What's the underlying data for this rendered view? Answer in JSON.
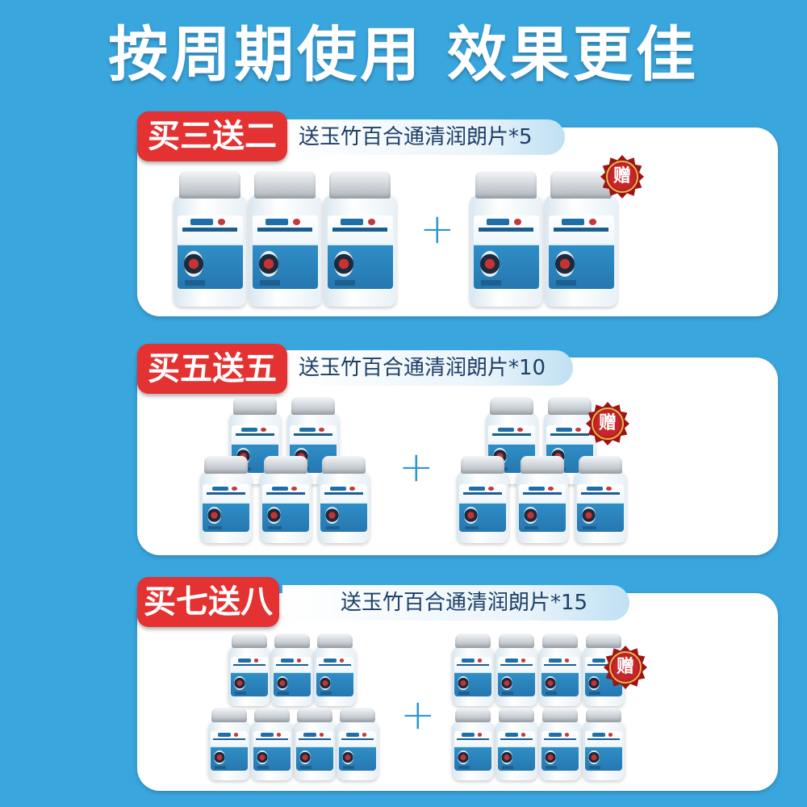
{
  "headline": "按周期使用 效果更佳",
  "gift_text": "赠",
  "plus": "+",
  "colors": {
    "background": "#3aa6de",
    "badge": "#e43131",
    "gift": "#9e1414",
    "banner_text": "#1d3f66"
  },
  "offers": [
    {
      "badge": "买三送二",
      "bonus": "送玉竹百合通清润朗片*5",
      "buy_bottles": 3,
      "gift_bottles": 2
    },
    {
      "badge": "买五送五",
      "bonus": "送玉竹百合通清润朗片*10",
      "buy_bottles": 5,
      "gift_bottles": 5
    },
    {
      "badge": "买七送八",
      "bonus": "送玉竹百合通清润朗片*15",
      "buy_bottles": 7,
      "gift_bottles": 8
    }
  ]
}
